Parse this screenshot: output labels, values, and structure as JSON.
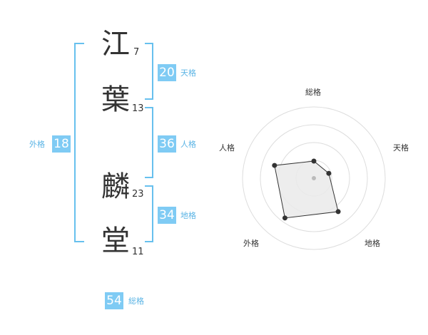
{
  "name": {
    "chars": [
      {
        "kanji": "江",
        "strokes": "7"
      },
      {
        "kanji": "葉",
        "strokes": "13"
      },
      {
        "kanji": "麟",
        "strokes": "23"
      },
      {
        "kanji": "堂",
        "strokes": "11"
      }
    ]
  },
  "fortune": {
    "tenkaku": {
      "value": "20",
      "label": "天格"
    },
    "jinkaku": {
      "value": "36",
      "label": "人格"
    },
    "chikaku": {
      "value": "34",
      "label": "地格"
    },
    "gaikaku": {
      "value": "18",
      "label": "外格"
    },
    "soukaku": {
      "value": "54",
      "label": "総格"
    }
  },
  "colors": {
    "accent": "#7fcbf4",
    "bracket": "#67c0ee",
    "label": "#5bb4e5",
    "text": "#333333"
  },
  "chart_data": {
    "type": "radar",
    "axes": [
      "総格",
      "天格",
      "地格",
      "外格",
      "人格"
    ],
    "values": [
      0.24,
      0.22,
      0.58,
      0.69,
      0.58
    ],
    "rings": 4
  }
}
